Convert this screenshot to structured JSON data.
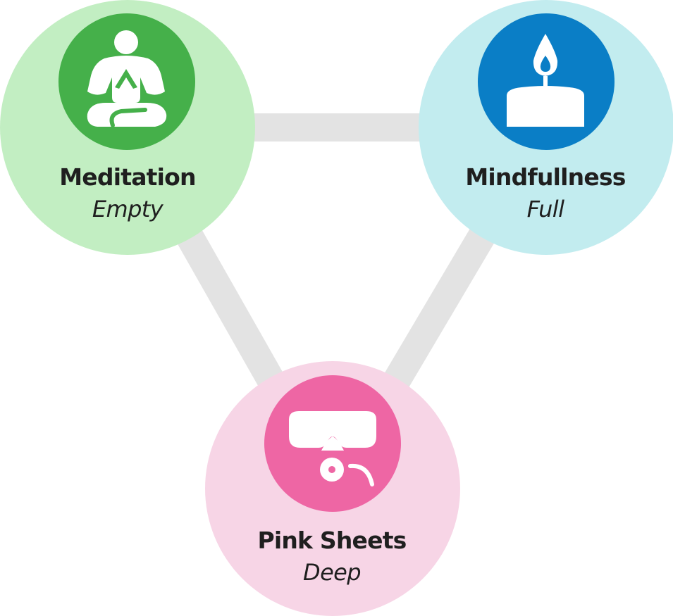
{
  "diagram": {
    "nodes": [
      {
        "title": "Meditation",
        "subtitle": "Empty",
        "icon": "meditation-icon",
        "circle_color": "#c2eec2",
        "icon_bg_color": "#45b04a"
      },
      {
        "title": "Mindfullness",
        "subtitle": "Full",
        "icon": "candle-icon",
        "circle_color": "#c2ecef",
        "icon_bg_color": "#0a7ec6"
      },
      {
        "title": "Pink Sheets",
        "subtitle": "Deep",
        "icon": "diving-mask-icon",
        "circle_color": "#f7d5e6",
        "icon_bg_color": "#ee66a4"
      }
    ],
    "connector_color": "#e3e3e3"
  }
}
